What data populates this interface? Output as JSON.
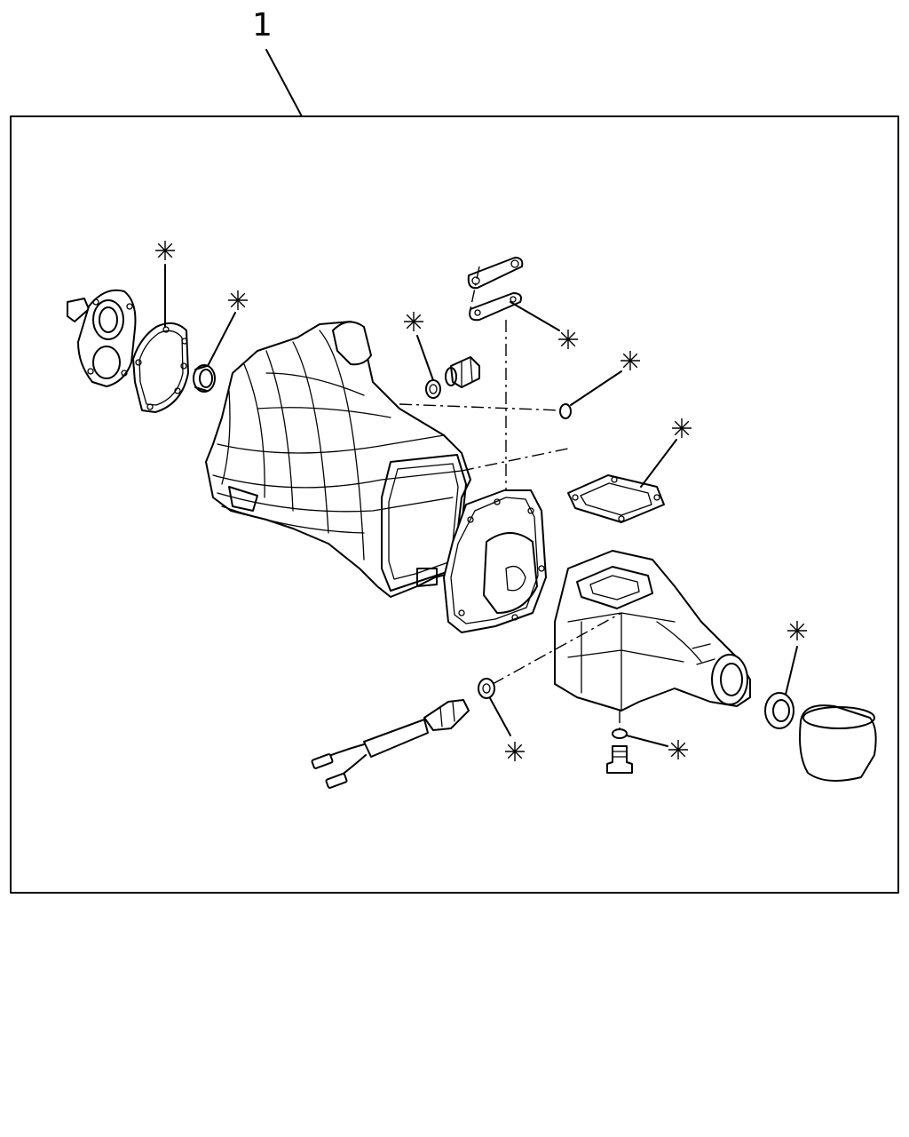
{
  "callout": {
    "number": "1"
  },
  "kit_marks": [
    {
      "id": "rear-gasket-mark"
    },
    {
      "id": "front-oil-seal-mark"
    },
    {
      "id": "plug-washer-mark"
    },
    {
      "id": "cover-gasket-mark"
    },
    {
      "id": "o-ring-mark"
    },
    {
      "id": "shift-cover-gasket-mark"
    },
    {
      "id": "extension-seal-mark"
    },
    {
      "id": "switch-washer-mark"
    },
    {
      "id": "drain-washer-mark"
    }
  ],
  "colors": {
    "line": "#000000",
    "background": "#ffffff"
  }
}
